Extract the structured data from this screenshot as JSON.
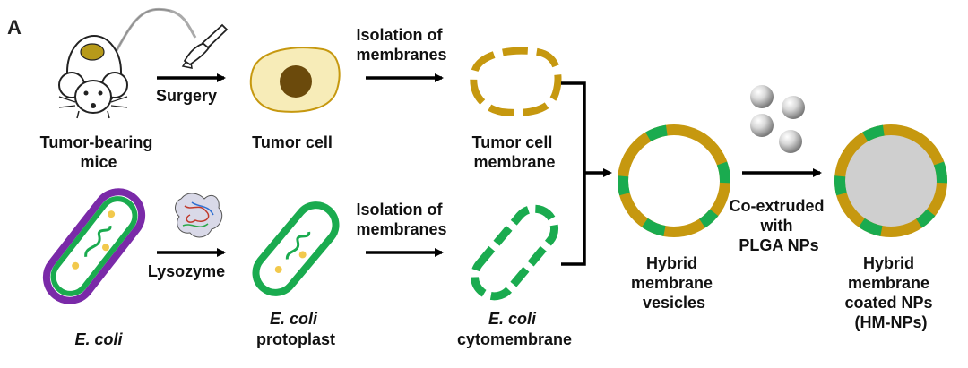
{
  "panel_label": "A",
  "labels": {
    "mice": [
      "Tumor-bearing",
      "mice"
    ],
    "surgery": "Surgery",
    "tumor_cell": "Tumor cell",
    "isolation_top": [
      "Isolation of",
      "membranes"
    ],
    "tumor_membrane": [
      "Tumor cell",
      "membrane"
    ],
    "ecoli": "E. coli",
    "lysozyme": "Lysozyme",
    "protoplast": [
      "E. coli",
      "protoplast"
    ],
    "isolation_bottom": [
      "Isolation of",
      "membranes"
    ],
    "cytomembrane": [
      "E. coli",
      "cytomembrane"
    ],
    "hybrid_vesicles": [
      "Hybrid",
      "membrane",
      "vesicles"
    ],
    "coextruded": [
      "Co-extruded",
      "with",
      "PLGA NPs"
    ],
    "hm_nps": [
      "Hybrid",
      "membrane",
      "coated NPs",
      "(HM-NPs)"
    ]
  },
  "colors": {
    "tumor_membrane": "#c6980f",
    "ecoli_membrane": "#1aab4f",
    "ecoli_outer": "#7a2aa8",
    "cell_fill": "#f7ecb8",
    "nucleus": "#6b4a0c",
    "granule": "#f2c94c",
    "core": "#cfcfcf",
    "arrow": "#000000"
  },
  "icons": [
    "mouse-icon",
    "scalpel-icon",
    "lysozyme-protein-icon",
    "plga-nanoparticles-icon"
  ]
}
